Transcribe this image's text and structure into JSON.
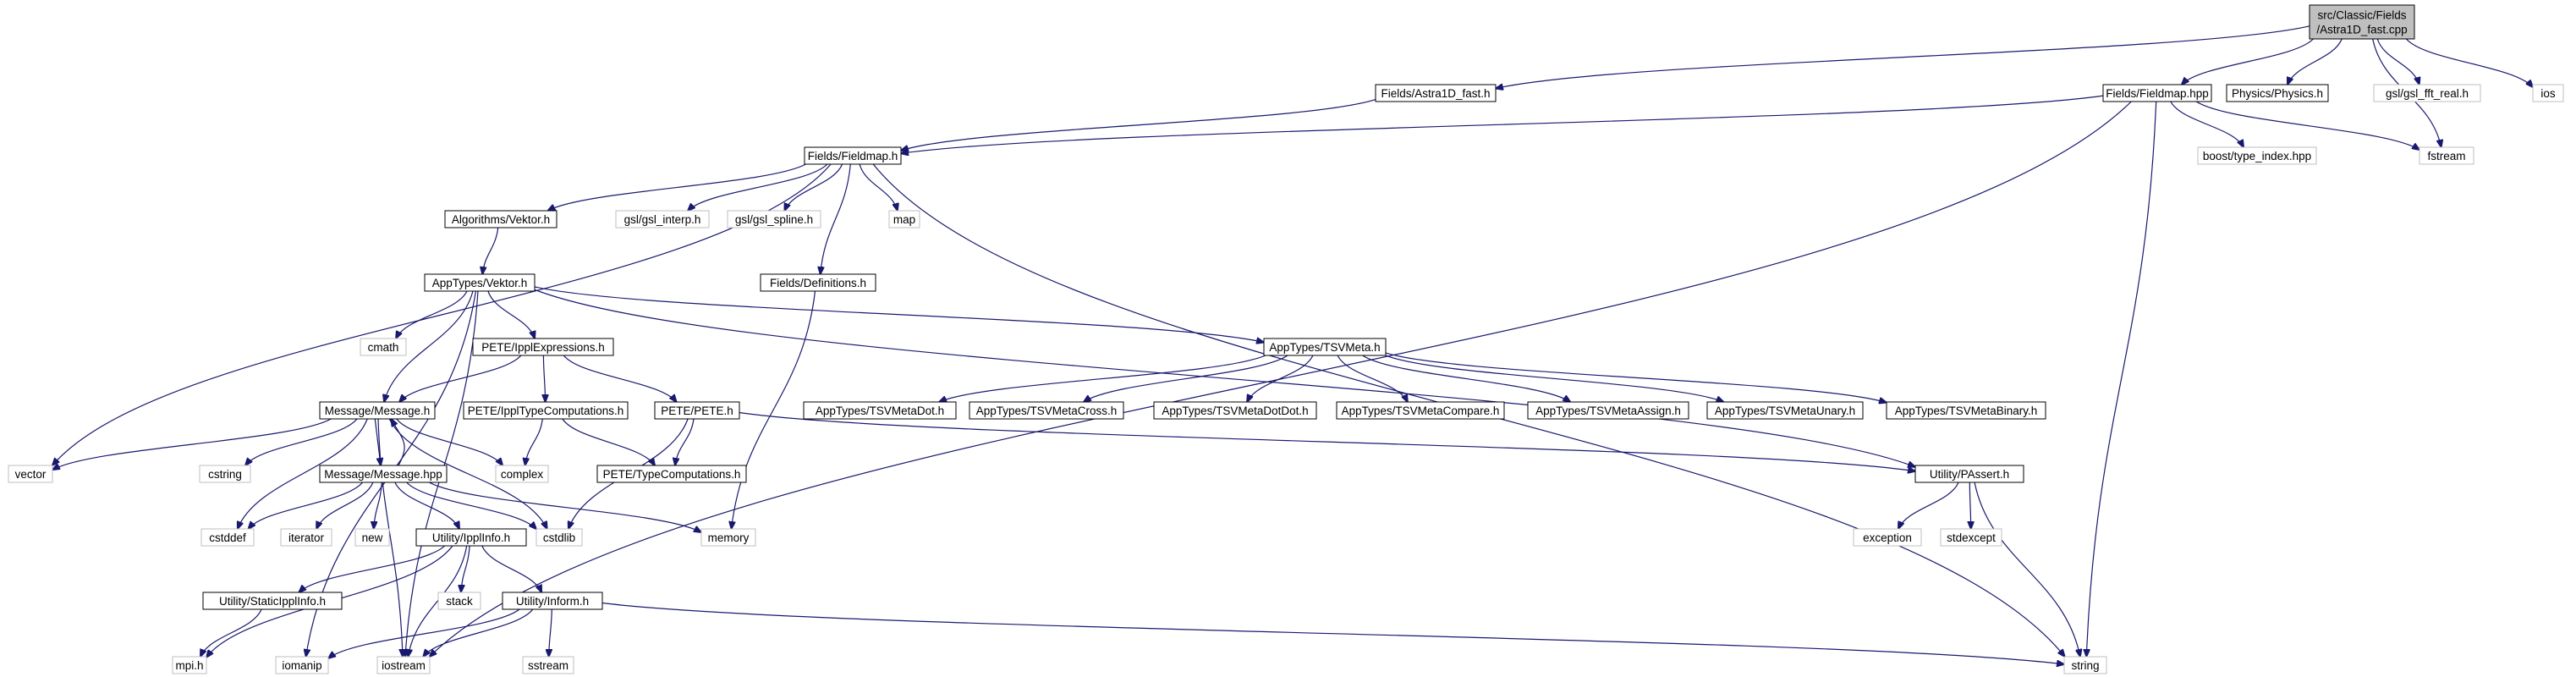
{
  "colors": {
    "background": "#ffffff",
    "edge": "#191970",
    "root_fill": "#bfbfbf",
    "node_fill": "#ffffff",
    "node_border": "#000000",
    "leaf_border": "#bfbfbf"
  },
  "nodes": [
    {
      "id": "root",
      "lines": [
        "src/Classic/Fields",
        "/Astra1D_fast.cpp"
      ],
      "kind": "root"
    },
    {
      "id": "astra1d_fast_h",
      "lines": [
        "Fields/Astra1D_fast.h"
      ],
      "kind": "file"
    },
    {
      "id": "fieldmap_hpp",
      "lines": [
        "Fields/Fieldmap.hpp"
      ],
      "kind": "file"
    },
    {
      "id": "physics_h",
      "lines": [
        "Physics/Physics.h"
      ],
      "kind": "file"
    },
    {
      "id": "gsl_fft_real_h",
      "lines": [
        "gsl/gsl_fft_real.h"
      ],
      "kind": "leaf"
    },
    {
      "id": "ios",
      "lines": [
        "ios"
      ],
      "kind": "leaf"
    },
    {
      "id": "fieldmap_h",
      "lines": [
        "Fields/Fieldmap.h"
      ],
      "kind": "file"
    },
    {
      "id": "boost_type_index",
      "lines": [
        "boost/type_index.hpp"
      ],
      "kind": "leaf"
    },
    {
      "id": "fstream",
      "lines": [
        "fstream"
      ],
      "kind": "leaf"
    },
    {
      "id": "vektor_alg",
      "lines": [
        "Algorithms/Vektor.h"
      ],
      "kind": "file"
    },
    {
      "id": "gsl_interp",
      "lines": [
        "gsl/gsl_interp.h"
      ],
      "kind": "leaf"
    },
    {
      "id": "gsl_spline",
      "lines": [
        "gsl/gsl_spline.h"
      ],
      "kind": "leaf"
    },
    {
      "id": "map",
      "lines": [
        "map"
      ],
      "kind": "leaf"
    },
    {
      "id": "fields_definitions",
      "lines": [
        "Fields/Definitions.h"
      ],
      "kind": "file"
    },
    {
      "id": "apptypes_vektor",
      "lines": [
        "AppTypes/Vektor.h"
      ],
      "kind": "file"
    },
    {
      "id": "cmath",
      "lines": [
        "cmath"
      ],
      "kind": "leaf"
    },
    {
      "id": "pete_ippl_expr",
      "lines": [
        "PETE/IpplExpressions.h"
      ],
      "kind": "file"
    },
    {
      "id": "tsvmeta",
      "lines": [
        "AppTypes/TSVMeta.h"
      ],
      "kind": "file"
    },
    {
      "id": "message_h",
      "lines": [
        "Message/Message.h"
      ],
      "kind": "file"
    },
    {
      "id": "pete_ippl_typecomp",
      "lines": [
        "PETE/IpplTypeComputations.h"
      ],
      "kind": "file"
    },
    {
      "id": "pete_h",
      "lines": [
        "PETE/PETE.h"
      ],
      "kind": "file"
    },
    {
      "id": "tsv_dot",
      "lines": [
        "AppTypes/TSVMetaDot.h"
      ],
      "kind": "file"
    },
    {
      "id": "tsv_cross",
      "lines": [
        "AppTypes/TSVMetaCross.h"
      ],
      "kind": "file"
    },
    {
      "id": "tsv_dotdot",
      "lines": [
        "AppTypes/TSVMetaDotDot.h"
      ],
      "kind": "file"
    },
    {
      "id": "tsv_compare",
      "lines": [
        "AppTypes/TSVMetaCompare.h"
      ],
      "kind": "file"
    },
    {
      "id": "tsv_assign",
      "lines": [
        "AppTypes/TSVMetaAssign.h"
      ],
      "kind": "file"
    },
    {
      "id": "tsv_unary",
      "lines": [
        "AppTypes/TSVMetaUnary.h"
      ],
      "kind": "file"
    },
    {
      "id": "tsv_binary",
      "lines": [
        "AppTypes/TSVMetaBinary.h"
      ],
      "kind": "file"
    },
    {
      "id": "vector",
      "lines": [
        "vector"
      ],
      "kind": "leaf"
    },
    {
      "id": "cstring",
      "lines": [
        "cstring"
      ],
      "kind": "leaf"
    },
    {
      "id": "complex",
      "lines": [
        "complex"
      ],
      "kind": "leaf"
    },
    {
      "id": "message_hpp",
      "lines": [
        "Message/Message.hpp"
      ],
      "kind": "file"
    },
    {
      "id": "pete_typecomp",
      "lines": [
        "PETE/TypeComputations.h"
      ],
      "kind": "file"
    },
    {
      "id": "passert",
      "lines": [
        "Utility/PAssert.h"
      ],
      "kind": "file"
    },
    {
      "id": "cstddef",
      "lines": [
        "cstddef"
      ],
      "kind": "leaf"
    },
    {
      "id": "iterator",
      "lines": [
        "iterator"
      ],
      "kind": "leaf"
    },
    {
      "id": "new",
      "lines": [
        "new"
      ],
      "kind": "leaf"
    },
    {
      "id": "ippl_info",
      "lines": [
        "Utility/IpplInfo.h"
      ],
      "kind": "file"
    },
    {
      "id": "cstdlib",
      "lines": [
        "cstdlib"
      ],
      "kind": "leaf"
    },
    {
      "id": "memory",
      "lines": [
        "memory"
      ],
      "kind": "leaf"
    },
    {
      "id": "exception",
      "lines": [
        "exception"
      ],
      "kind": "leaf"
    },
    {
      "id": "stdexcept",
      "lines": [
        "stdexcept"
      ],
      "kind": "leaf"
    },
    {
      "id": "static_ippl_info",
      "lines": [
        "Utility/StaticIpplInfo.h"
      ],
      "kind": "file"
    },
    {
      "id": "stack",
      "lines": [
        "stack"
      ],
      "kind": "leaf"
    },
    {
      "id": "inform",
      "lines": [
        "Utility/Inform.h"
      ],
      "kind": "file"
    },
    {
      "id": "mpi_h",
      "lines": [
        "mpi.h"
      ],
      "kind": "leaf"
    },
    {
      "id": "iomanip",
      "lines": [
        "iomanip"
      ],
      "kind": "leaf"
    },
    {
      "id": "iostream",
      "lines": [
        "iostream"
      ],
      "kind": "leaf"
    },
    {
      "id": "sstream",
      "lines": [
        "sstream"
      ],
      "kind": "leaf"
    },
    {
      "id": "string",
      "lines": [
        "string"
      ],
      "kind": "leaf"
    }
  ],
  "edges": [
    [
      "root",
      "astra1d_fast_h"
    ],
    [
      "root",
      "fieldmap_hpp"
    ],
    [
      "root",
      "physics_h"
    ],
    [
      "root",
      "gsl_fft_real_h"
    ],
    [
      "root",
      "ios"
    ],
    [
      "root",
      "fstream"
    ],
    [
      "astra1d_fast_h",
      "fieldmap_h"
    ],
    [
      "fieldmap_hpp",
      "fieldmap_h"
    ],
    [
      "fieldmap_hpp",
      "boost_type_index"
    ],
    [
      "fieldmap_hpp",
      "fstream"
    ],
    [
      "fieldmap_hpp",
      "string"
    ],
    [
      "fieldmap_hpp",
      "iostream"
    ],
    [
      "fieldmap_h",
      "vektor_alg"
    ],
    [
      "fieldmap_h",
      "gsl_interp"
    ],
    [
      "fieldmap_h",
      "gsl_spline"
    ],
    [
      "fieldmap_h",
      "map"
    ],
    [
      "fieldmap_h",
      "fields_definitions"
    ],
    [
      "fieldmap_h",
      "vector"
    ],
    [
      "fieldmap_h",
      "string"
    ],
    [
      "vektor_alg",
      "apptypes_vektor"
    ],
    [
      "fields_definitions",
      "memory"
    ],
    [
      "apptypes_vektor",
      "cmath"
    ],
    [
      "apptypes_vektor",
      "pete_ippl_expr"
    ],
    [
      "apptypes_vektor",
      "tsvmeta"
    ],
    [
      "apptypes_vektor",
      "message_h"
    ],
    [
      "apptypes_vektor",
      "passert"
    ],
    [
      "apptypes_vektor",
      "iomanip"
    ],
    [
      "apptypes_vektor",
      "iostream"
    ],
    [
      "pete_ippl_expr",
      "message_h"
    ],
    [
      "pete_ippl_expr",
      "pete_ippl_typecomp"
    ],
    [
      "pete_ippl_expr",
      "pete_h"
    ],
    [
      "tsvmeta",
      "tsv_dot"
    ],
    [
      "tsvmeta",
      "tsv_cross"
    ],
    [
      "tsvmeta",
      "tsv_dotdot"
    ],
    [
      "tsvmeta",
      "tsv_compare"
    ],
    [
      "tsvmeta",
      "tsv_assign"
    ],
    [
      "tsvmeta",
      "tsv_unary"
    ],
    [
      "tsvmeta",
      "tsv_binary"
    ],
    [
      "message_h",
      "vector"
    ],
    [
      "message_h",
      "cstring"
    ],
    [
      "message_h",
      "complex"
    ],
    [
      "message_h",
      "message_hpp"
    ],
    [
      "message_h",
      "cstddef"
    ],
    [
      "message_h",
      "cstdlib"
    ],
    [
      "message_h",
      "iostream"
    ],
    [
      "message_hpp",
      "message_h"
    ],
    [
      "message_hpp",
      "cstddef"
    ],
    [
      "message_hpp",
      "iterator"
    ],
    [
      "message_hpp",
      "new"
    ],
    [
      "message_hpp",
      "ippl_info"
    ],
    [
      "message_hpp",
      "cstdlib"
    ],
    [
      "message_hpp",
      "memory"
    ],
    [
      "pete_ippl_typecomp",
      "complex"
    ],
    [
      "pete_ippl_typecomp",
      "pete_typecomp"
    ],
    [
      "pete_h",
      "pete_typecomp"
    ],
    [
      "pete_h",
      "cstdlib"
    ],
    [
      "pete_h",
      "passert"
    ],
    [
      "passert",
      "exception"
    ],
    [
      "passert",
      "stdexcept"
    ],
    [
      "passert",
      "string"
    ],
    [
      "ippl_info",
      "static_ippl_info"
    ],
    [
      "ippl_info",
      "stack"
    ],
    [
      "ippl_info",
      "inform"
    ],
    [
      "ippl_info",
      "mpi_h"
    ],
    [
      "ippl_info",
      "iostream"
    ],
    [
      "static_ippl_info",
      "mpi_h"
    ],
    [
      "inform",
      "iomanip"
    ],
    [
      "inform",
      "iostream"
    ],
    [
      "inform",
      "sstream"
    ],
    [
      "inform",
      "string"
    ]
  ]
}
